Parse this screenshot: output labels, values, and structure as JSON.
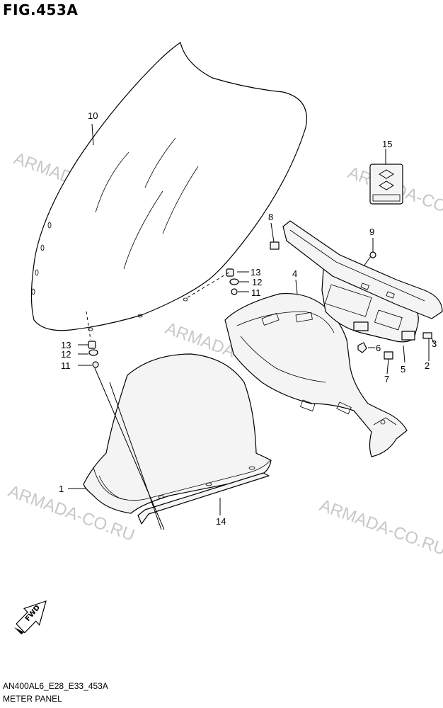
{
  "figure": {
    "title": "FIG.453A",
    "code": "AN400AL6_E28_E33_453A",
    "name": "METER PANEL"
  },
  "watermark": "ARMADA-CO.RU",
  "fwd_label": "FWD",
  "callouts": {
    "c1": "1",
    "c2": "2",
    "c3": "3",
    "c4": "4",
    "c5": "5",
    "c6": "6",
    "c7": "7",
    "c8": "8",
    "c9": "9",
    "c10": "10",
    "c11a": "11",
    "c11b": "11",
    "c12a": "12",
    "c12b": "12",
    "c13a": "13",
    "c13b": "13",
    "c14": "14",
    "c15": "15"
  }
}
